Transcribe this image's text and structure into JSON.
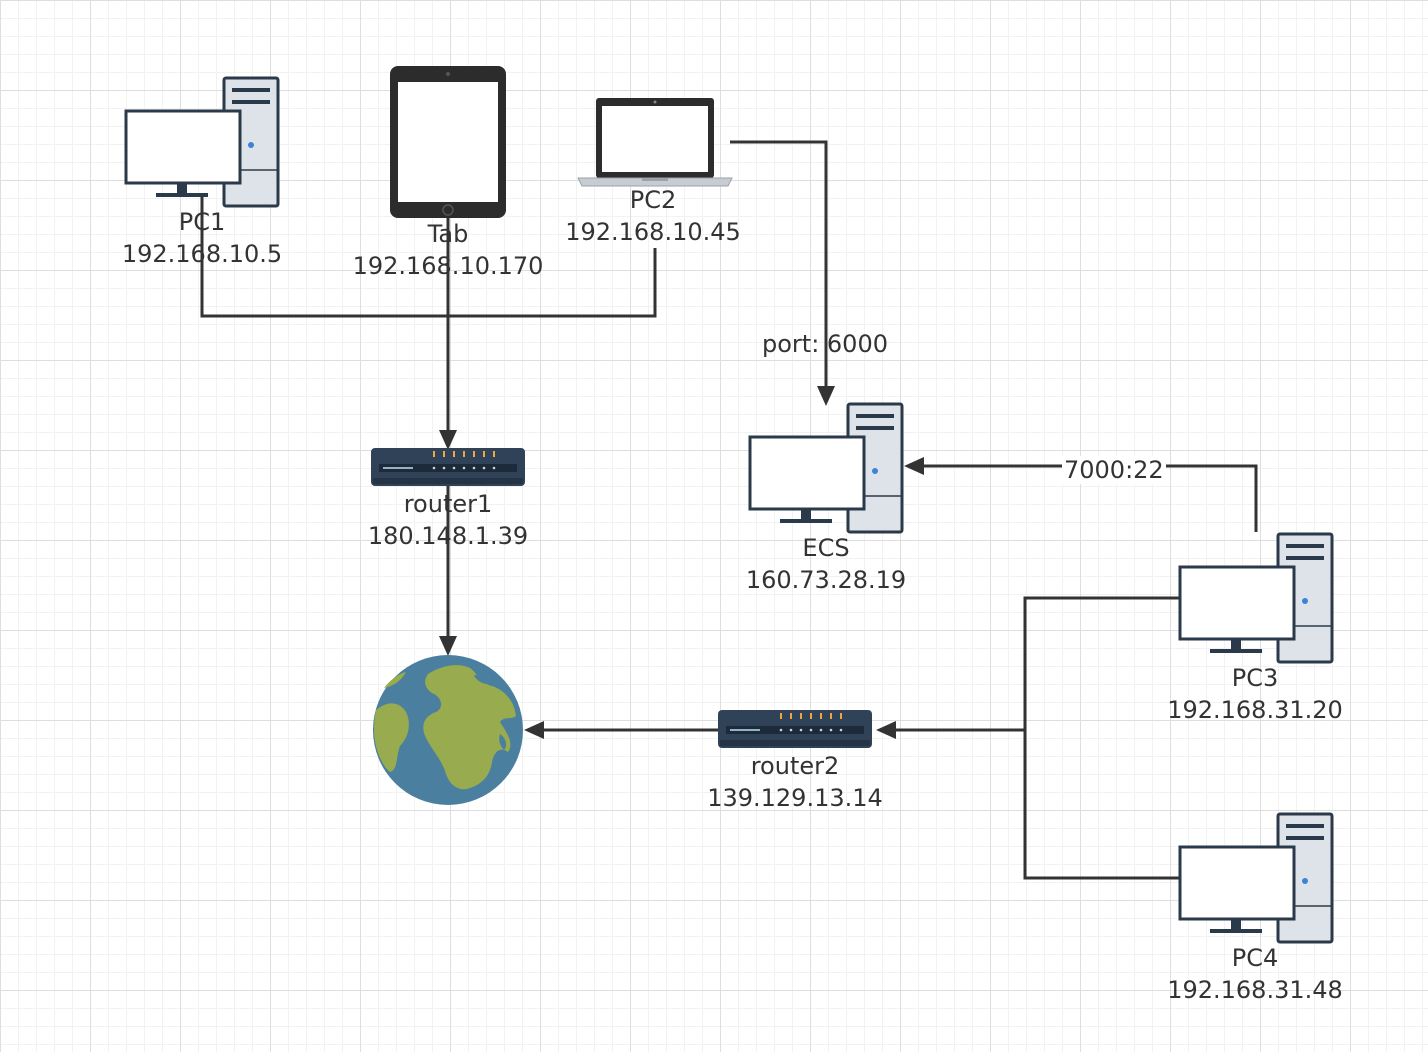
{
  "nodes": {
    "pc1": {
      "name": "PC1",
      "ip": "192.168.10.5",
      "icon": "desktop-pc-icon"
    },
    "tab": {
      "name": "Tab",
      "ip": "192.168.10.170",
      "icon": "tablet-icon"
    },
    "pc2": {
      "name": "PC2",
      "ip": "192.168.10.45",
      "icon": "laptop-icon"
    },
    "router1": {
      "name": "router1",
      "ip": "180.148.1.39",
      "icon": "router-icon"
    },
    "ecs": {
      "name": "ECS",
      "ip": "160.73.28.19",
      "icon": "desktop-pc-icon"
    },
    "pc3": {
      "name": "PC3",
      "ip": "192.168.31.20",
      "icon": "desktop-pc-icon"
    },
    "pc4": {
      "name": "PC4",
      "ip": "192.168.31.48",
      "icon": "desktop-pc-icon"
    },
    "router2": {
      "name": "router2",
      "ip": "139.129.13.14",
      "icon": "router-icon"
    },
    "internet": {
      "icon": "globe-icon"
    }
  },
  "edges": {
    "pc2_to_ecs": {
      "label": "port: 6000"
    },
    "pc3_to_ecs": {
      "label": "7000:22"
    },
    "lan1_to_router1": {
      "label": ""
    },
    "router1_to_internet": {
      "label": ""
    },
    "router2_to_internet": {
      "label": ""
    },
    "lan2_to_router2": {
      "label": ""
    }
  },
  "colors": {
    "connector": "#333333",
    "router_body": "#2f4258",
    "globe_ocean": "#4a7fa0",
    "globe_land": "#98ab4e",
    "computer_case": "#dde3e8",
    "outline": "#2b3a4a",
    "led": "#f0a640",
    "led_blue": "#3b82d8"
  }
}
